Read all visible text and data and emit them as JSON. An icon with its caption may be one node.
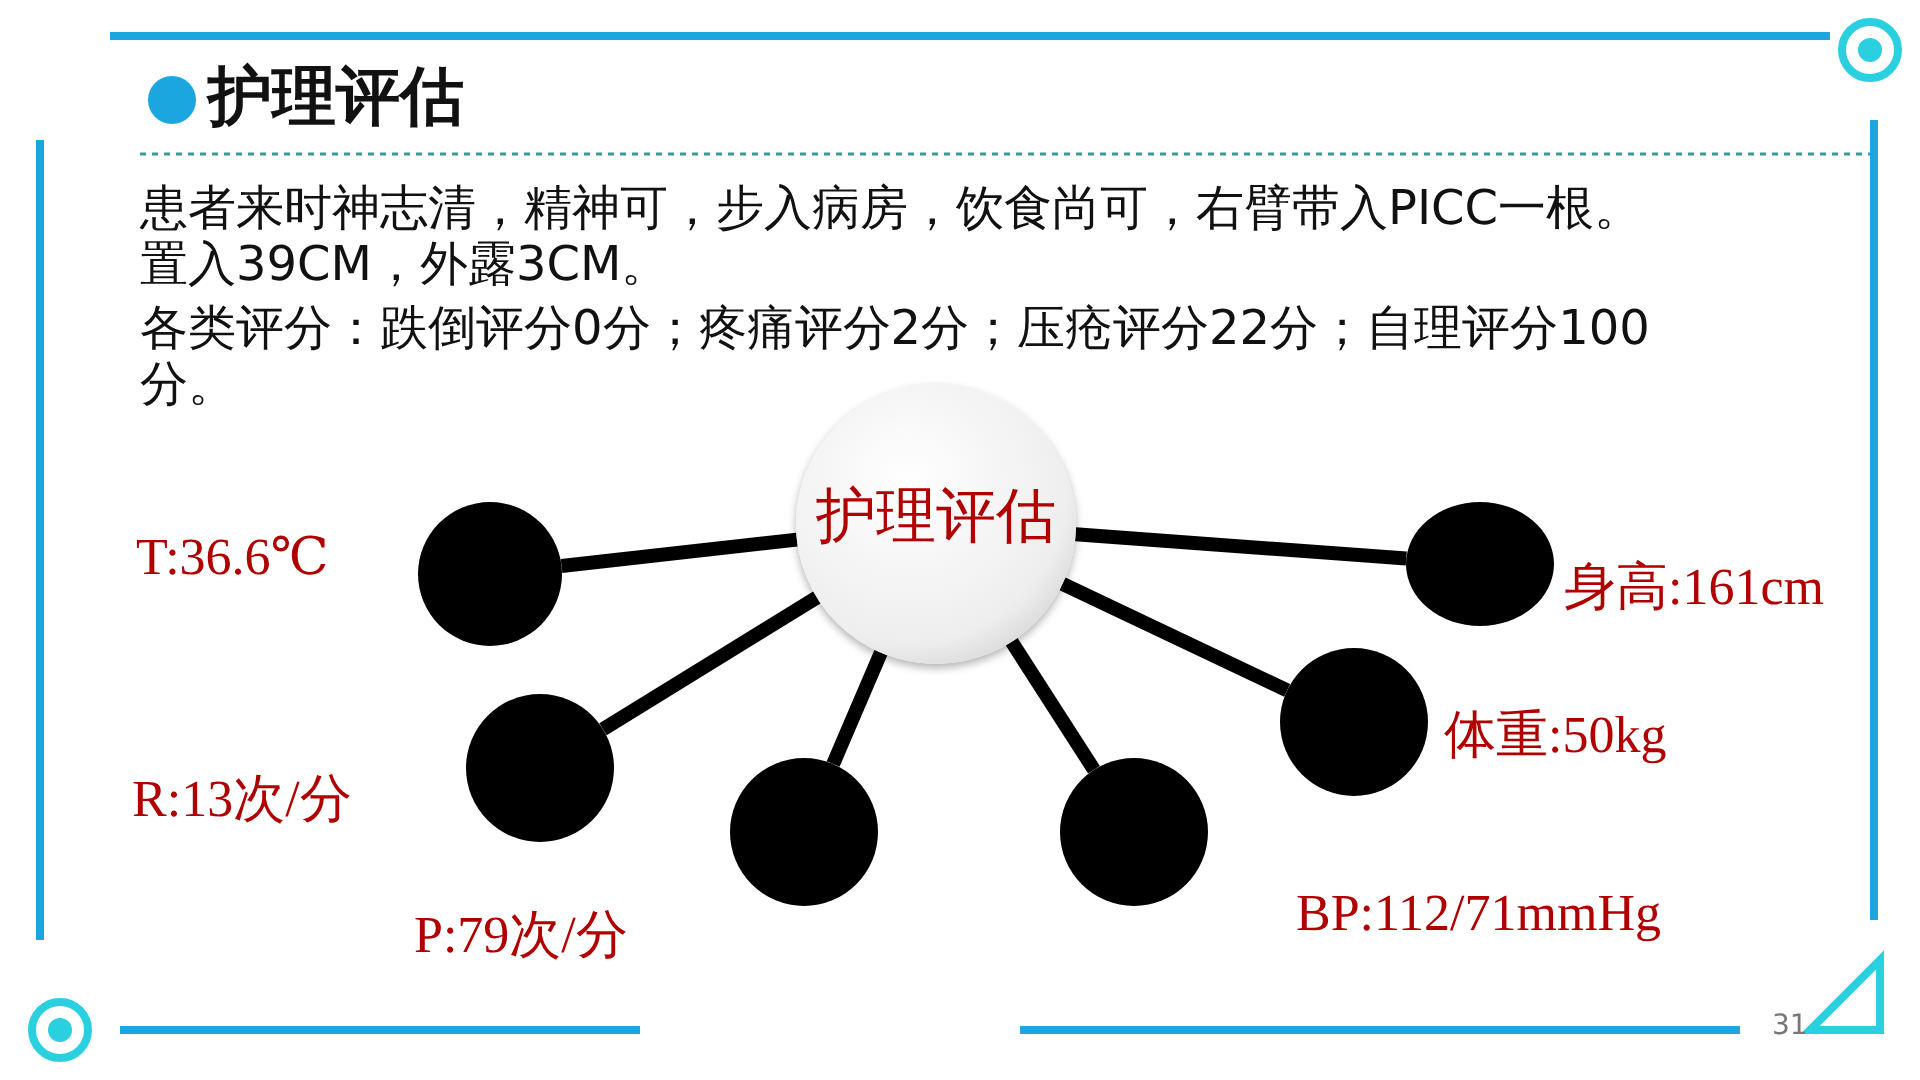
{
  "diagram": {
    "title": "护理评估",
    "nodes": [
      {
        "text": [
          "护理评估"
        ]
      },
      {
        "text": [],
        "shape": "circle",
        "beside": [
          "T:36.6℃"
        ]
      },
      {
        "text": [],
        "shape": "circle",
        "beside": [
          "R:13次/分"
        ]
      },
      {
        "text": [],
        "shape": "circle",
        "beside": [
          "P:79次/分"
        ]
      },
      {
        "text": [],
        "shape": "circle",
        "beside": [
          "BP:112/71mmHg"
        ]
      },
      {
        "text": [],
        "shape": "circle",
        "beside": [
          "体重:50kg"
        ]
      },
      {
        "text": [],
        "shape": "circle",
        "beside": [
          "身高:161cm"
        ]
      }
    ],
    "edges": [
      {
        "from": 0,
        "to": 1,
        "arrow": "none"
      },
      {
        "from": 0,
        "to": 2,
        "arrow": "none"
      },
      {
        "from": 0,
        "to": 3,
        "arrow": "none"
      },
      {
        "from": 0,
        "to": 4,
        "arrow": "none"
      },
      {
        "from": 0,
        "to": 5,
        "arrow": "none"
      },
      {
        "from": 0,
        "to": 6,
        "arrow": "none"
      }
    ],
    "labels": [
      "患者来时神志清，精神可，步入病房，饮食尚可，右臂带入PICC一根。",
      "置入39CM，外露3CM。",
      "各类评分：跌倒评分0分；疼痛评分2分；压疮评分22分；自理评分100分。",
      "31"
    ]
  }
}
